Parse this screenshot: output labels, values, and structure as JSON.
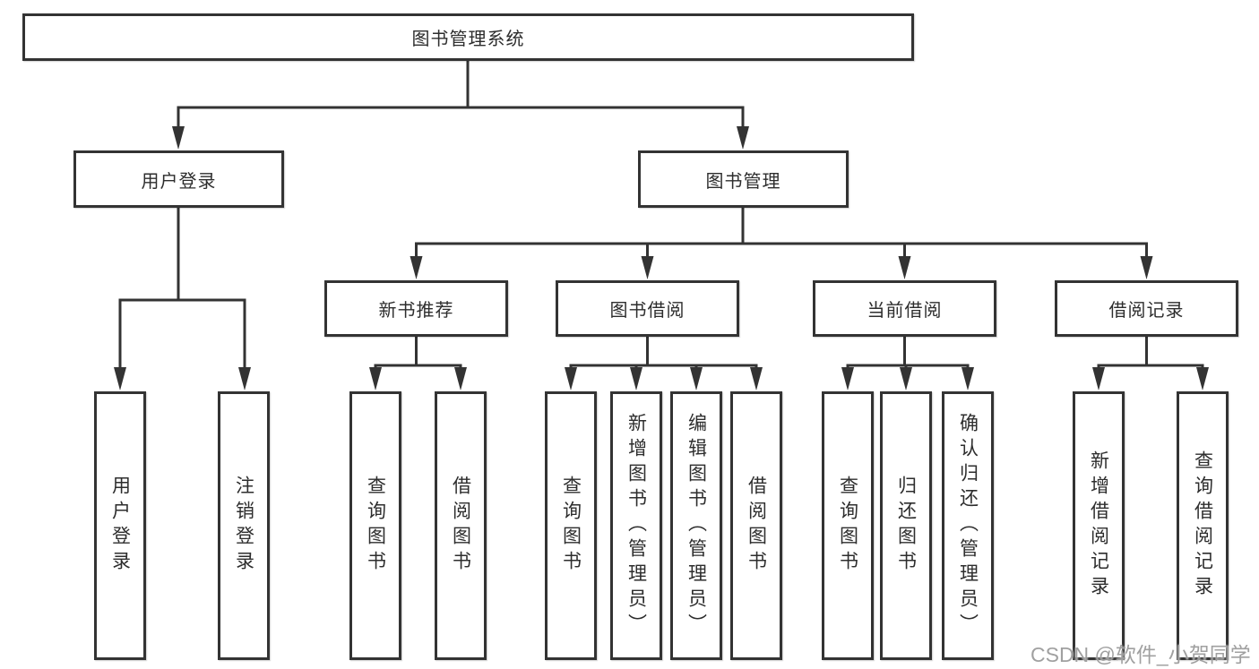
{
  "nodes": {
    "root": {
      "label": "图书管理系统"
    },
    "user_login": {
      "label": "用户登录"
    },
    "book_mgmt": {
      "label": "图书管理"
    },
    "new_book_rec": {
      "label": "新书推荐"
    },
    "book_borrow": {
      "label": "图书借阅"
    },
    "current_borrow": {
      "label": "当前借阅"
    },
    "borrow_record": {
      "label": "借阅记录"
    },
    "user_login_children": [
      "用户登录",
      "注销登录"
    ],
    "new_book_rec_children": [
      "查询图书",
      "借阅图书"
    ],
    "book_borrow_children": [
      "查询图书",
      "新增图书（管理员）",
      "编辑图书（管理员）",
      "借阅图书"
    ],
    "current_borrow_children": [
      "查询图书",
      "归还图书",
      "确认归还（管理员）"
    ],
    "borrow_record_children": [
      "新增借阅记录",
      "查询借阅记录"
    ]
  },
  "colors": {
    "line": "#333333",
    "box_border": "#333333",
    "box_fill": "#ffffff",
    "text": "#2d2d2d",
    "watermark": "#969696"
  },
  "watermark": {
    "text": "CSDN @软件_小贺同学"
  }
}
